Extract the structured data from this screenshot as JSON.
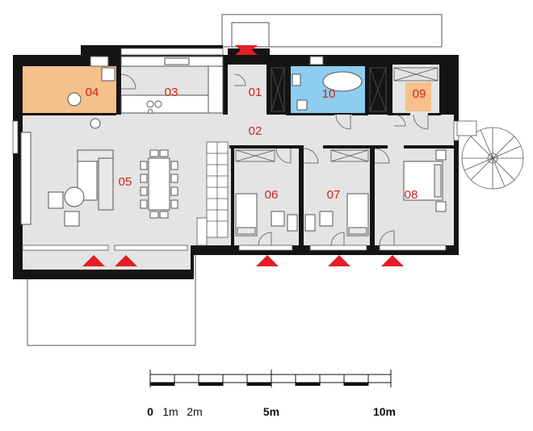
{
  "rooms": {
    "r01": "01",
    "r02": "02",
    "r03": "03",
    "r04": "04",
    "r05": "05",
    "r06": "06",
    "r07": "07",
    "r08": "08",
    "r09": "09",
    "r10": "10"
  },
  "colors": {
    "floor": "#e4e4e4",
    "wall": "#141414",
    "room04_fill": "#f5c08c",
    "room09_fill": "#f5c08c",
    "room10_fill": "#8ecdf0",
    "entrance_marker": "#e31e24",
    "label": "#d42020"
  },
  "entrance_marker_count": 6,
  "scale_bar": {
    "labels": {
      "zero": "0",
      "one": "1m",
      "two": "2m",
      "five": "5m",
      "ten": "10m"
    }
  }
}
